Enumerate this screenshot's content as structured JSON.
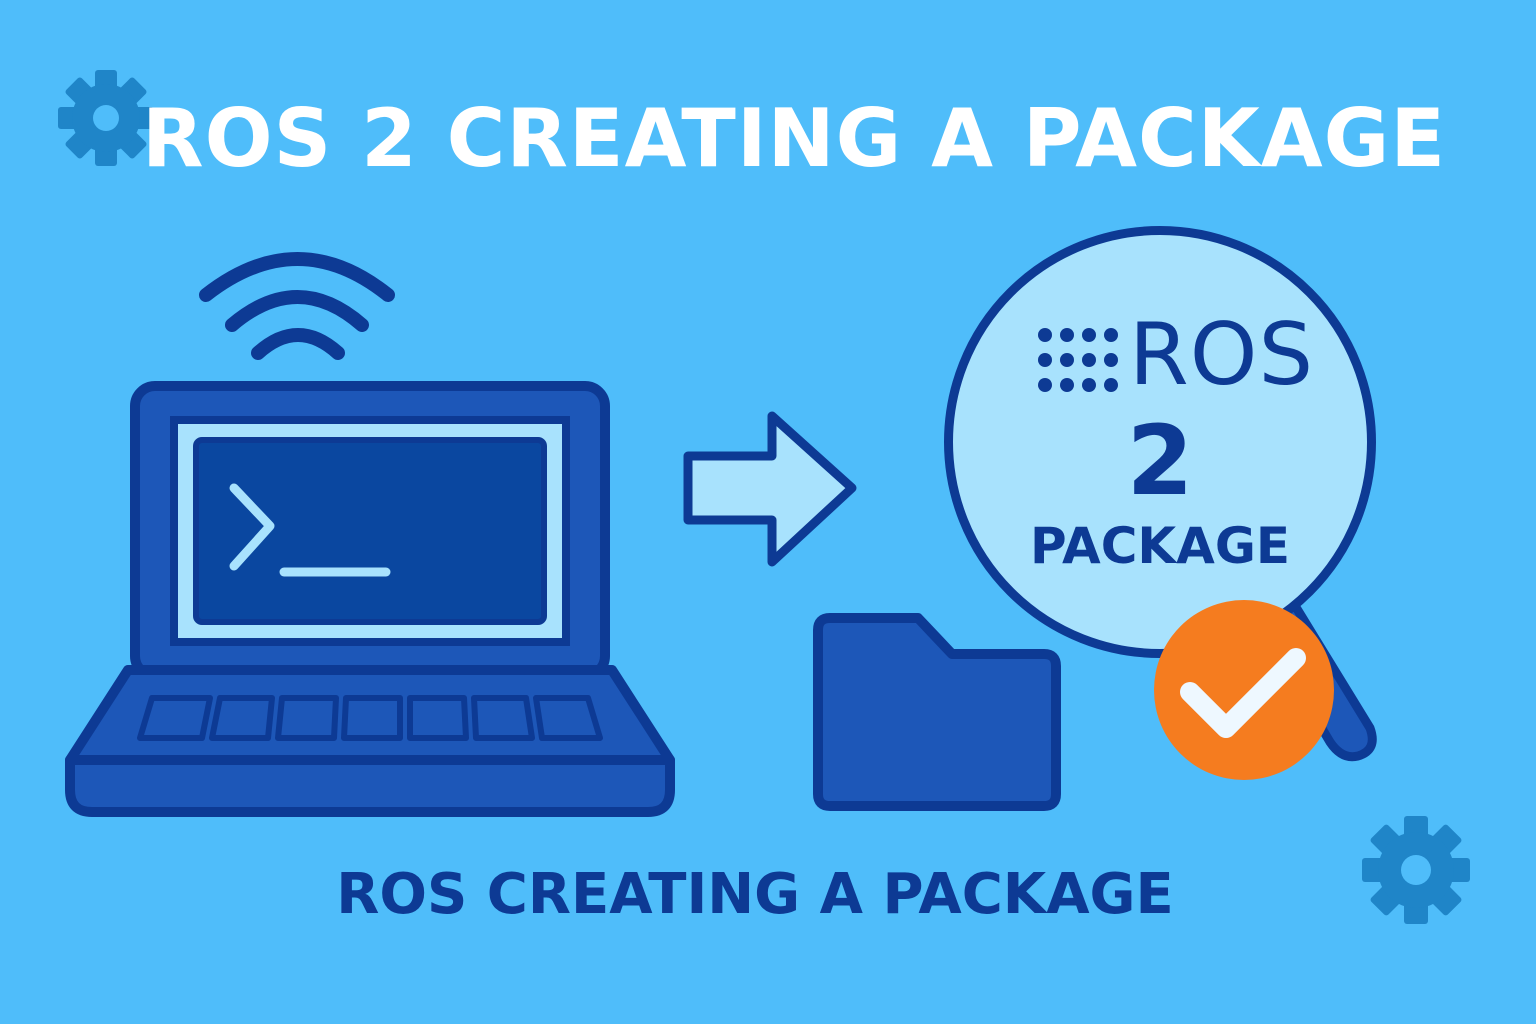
{
  "title": "ROS 2 CREATING A PACKAGE",
  "subtitle": "ROS CREATING A PACKAGE",
  "badge": {
    "logo_text": "ROS",
    "version": "2",
    "label": "PACKAGE"
  },
  "icons": {
    "gear_top_left": "gear-icon",
    "gear_bottom_right": "gear-icon",
    "wifi": "wifi-icon",
    "laptop": "laptop-icon",
    "terminal_prompt": "terminal-prompt-icon",
    "arrow": "arrow-right-icon",
    "folder": "folder-icon",
    "magnifier": "magnifier-icon",
    "check": "checkmark-icon"
  },
  "colors": {
    "background": "#4fbdfa",
    "dark_blue": "#0d3a94",
    "mid_blue": "#1d57b8",
    "light_blue": "#a8e2fd",
    "gear": "#1f85c8",
    "check_orange": "#f57c1f",
    "title_text": "#ffffff"
  }
}
